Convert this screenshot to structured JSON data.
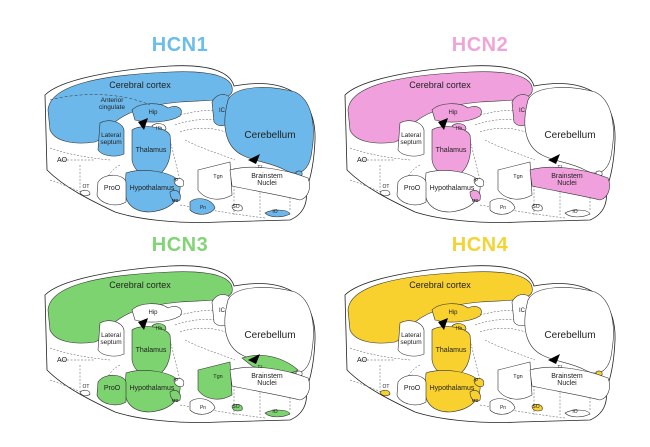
{
  "labels": {
    "cortex": "Cerebral cortex",
    "hip": "Hip",
    "hb": "Hb",
    "ic": "IC",
    "cerebellum": "Cerebellum",
    "septum1": "Lateral",
    "septum2": "septum",
    "thalamus": "Thalamus",
    "ao": "AO",
    "proo": "ProO",
    "ot": "OT",
    "hypothalamus": "Hypothalamus",
    "ip": "IP",
    "mb": "MB",
    "tgn": "Tgn",
    "pn": "Pn",
    "so": "SO",
    "io": "IO",
    "tz": "Tz",
    "brainstem1": "Brainstem",
    "brainstem2": "Nuclei"
  },
  "panels": [
    {
      "title": "HCN1",
      "color": "#6cb8ea",
      "title_color": "#6cbdea",
      "extra_labels": [
        "Anterior",
        "cingulate"
      ],
      "highlighted": [
        "cortex",
        "hip",
        "ic",
        "cerebellum",
        "septum",
        "thalamus",
        "hypothalamus",
        "mb",
        "pn",
        "io",
        "tz"
      ]
    },
    {
      "title": "HCN2",
      "color": "#f0a0dc",
      "title_color": "#eea6d8",
      "extra_labels": [],
      "highlighted": [
        "cortex",
        "hip",
        "hb",
        "ic",
        "thalamus",
        "mb",
        "brainstem"
      ]
    },
    {
      "title": "HCN3",
      "color": "#7dd36f",
      "title_color": "#82d476",
      "extra_labels": [],
      "highlighted": [
        "cortex",
        "hb",
        "thalamus",
        "hypothalamus",
        "proo",
        "mb",
        "tgn",
        "so",
        "io",
        "cb_strip"
      ]
    },
    {
      "title": "HCN4",
      "color": "#f8d12e",
      "title_color": "#f5d335",
      "extra_labels": [],
      "highlighted": [
        "cortex",
        "hip",
        "hb",
        "thalamus",
        "hypothalamus",
        "mb",
        "ip",
        "ot",
        "so",
        "tz"
      ]
    }
  ]
}
